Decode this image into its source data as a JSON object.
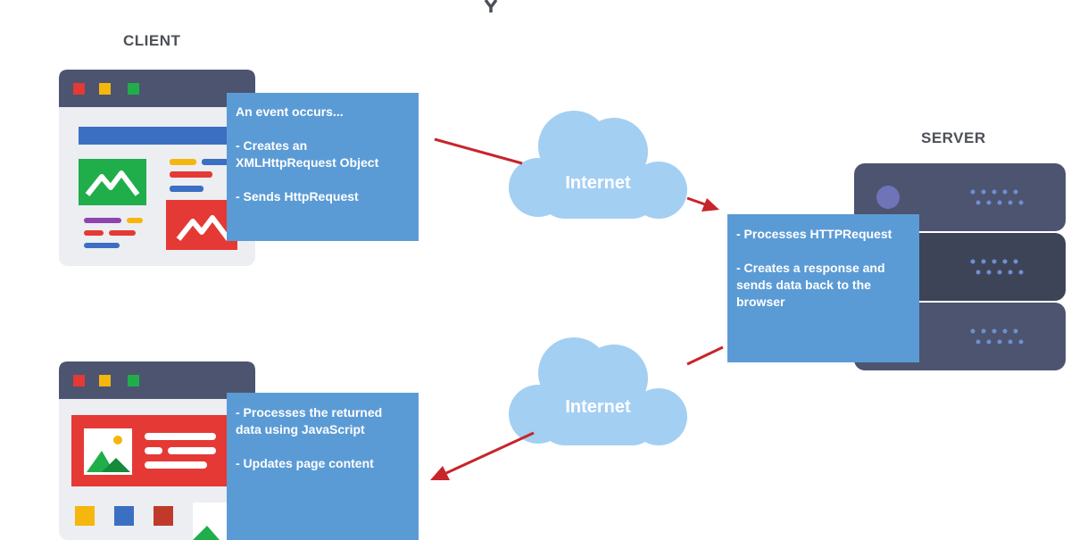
{
  "headings": {
    "client": "CLIENT",
    "server": "SERVER"
  },
  "client_request_box": {
    "line1": "An event occurs...",
    "line2": "- Creates an XMLHttpRequest Object",
    "line3": "- Sends HttpRequest"
  },
  "server_box": {
    "line1": "- Processes HTTPRequest",
    "line2": "- Creates a response and sends data back to the browser"
  },
  "client_response_box": {
    "line1": "- Processes the returned data using JavaScript",
    "line2": "- Updates page content"
  },
  "clouds": {
    "top_label": "Internet",
    "bottom_label": "Internet"
  },
  "colors": {
    "info_box": "#5b9bd5",
    "cloud": "#a3cff3",
    "arrow": "#c8242b",
    "window_bar": "#4c5470",
    "server_dark": "#3e4458",
    "server_mid": "#4c5470"
  }
}
